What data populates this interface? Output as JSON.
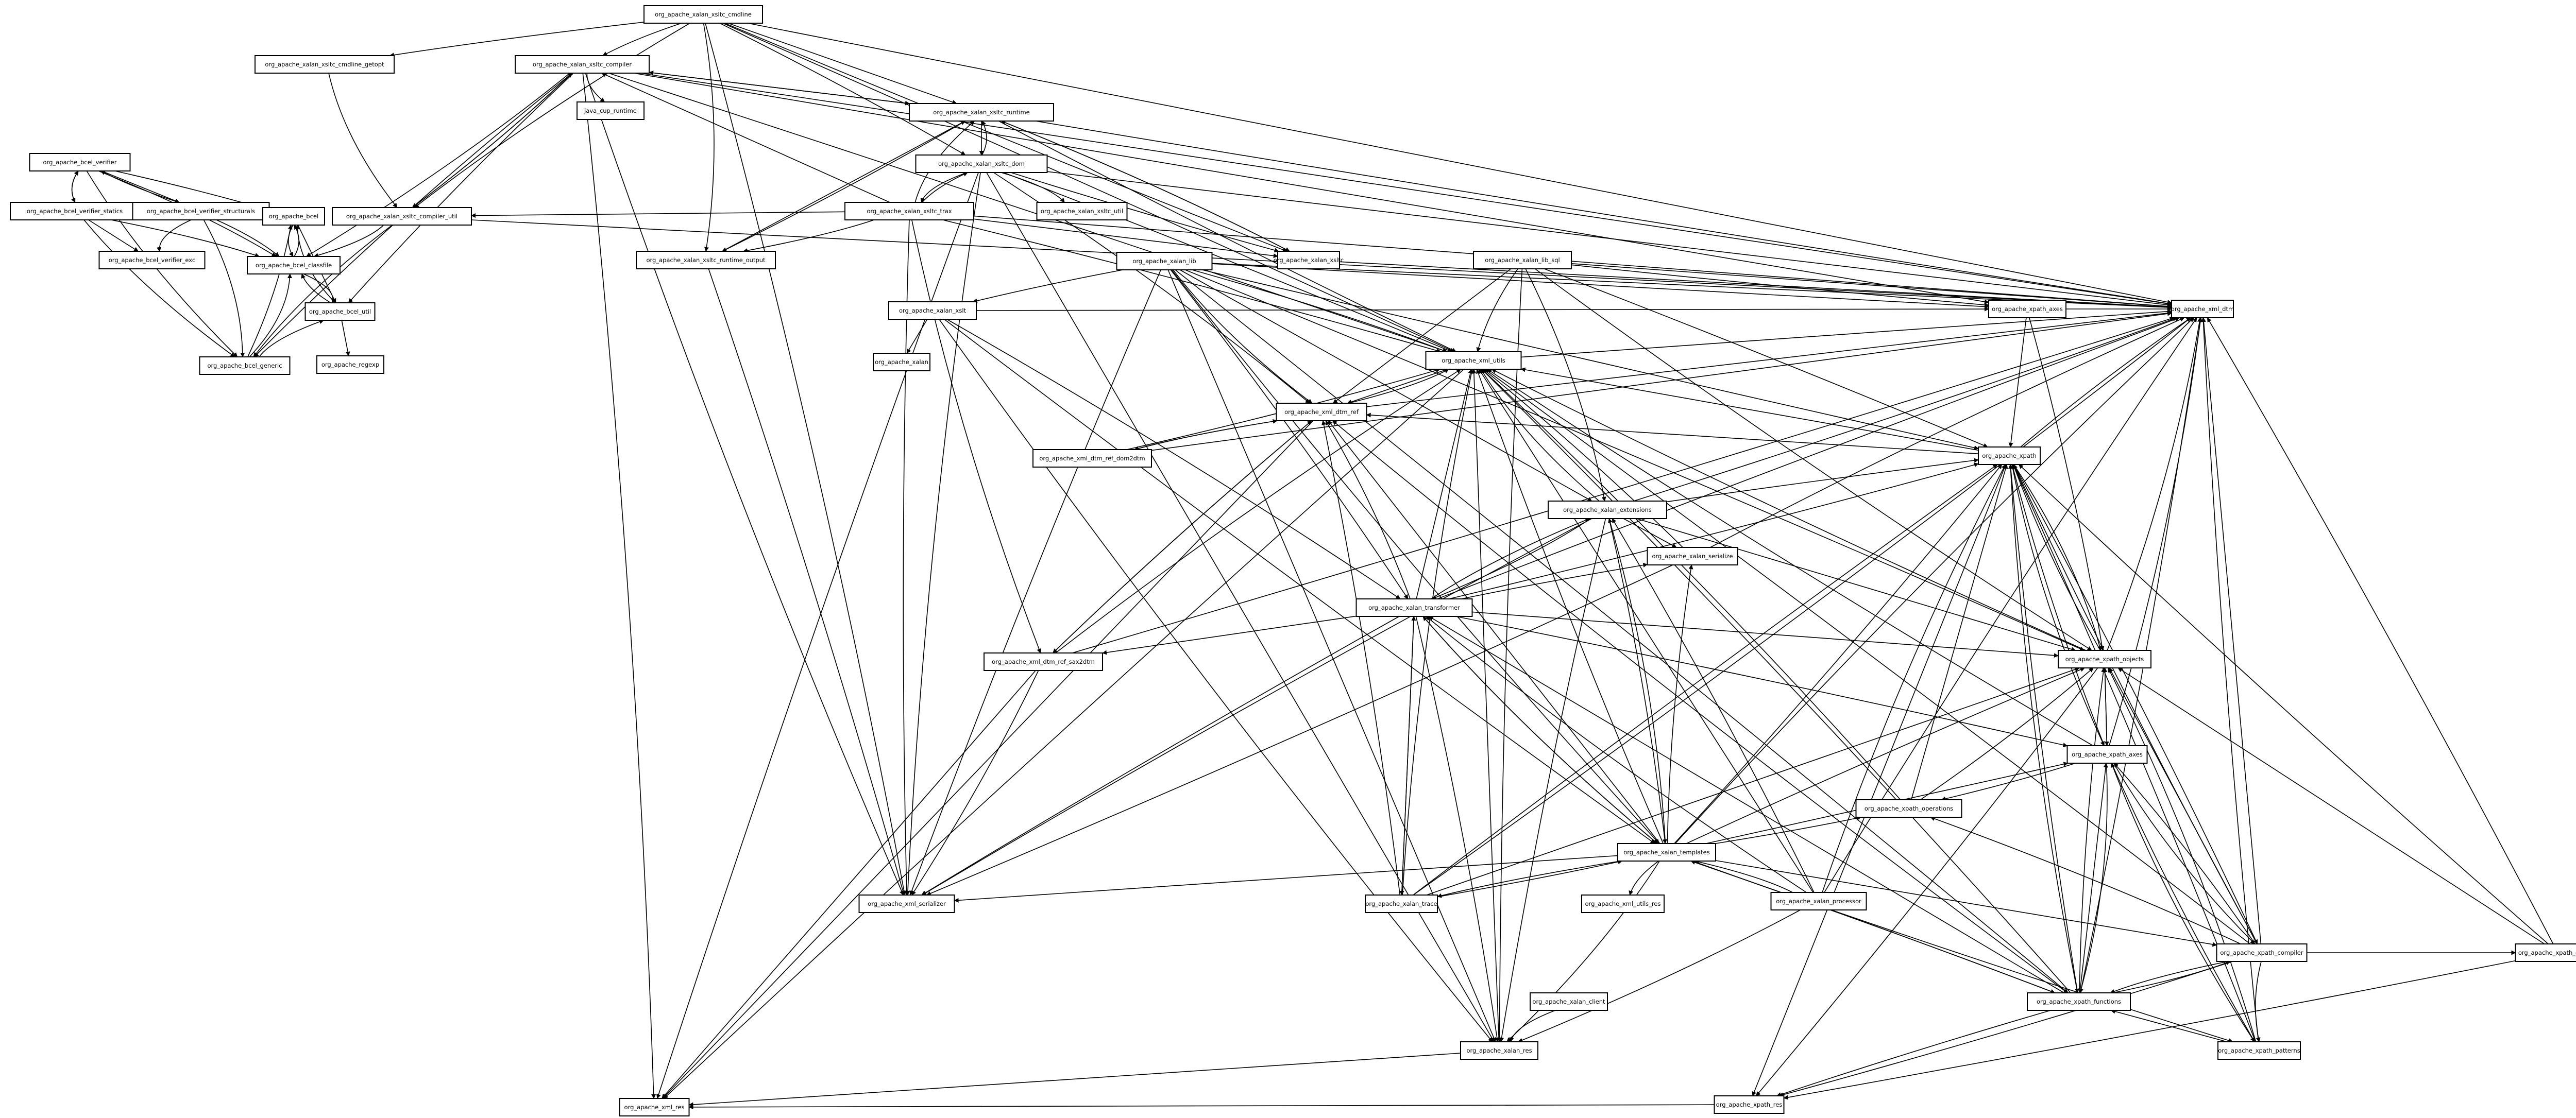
{
  "diagram": {
    "type": "package-dependency-graph",
    "node_color": "#ffffff",
    "border_color": "#000000",
    "nodes": [
      {
        "id": "n1",
        "label": "org_apache_xalan_xsltc_cmdline"
      },
      {
        "id": "n2",
        "label": "org_apache_xalan_xsltc_cmdline_getopt"
      },
      {
        "id": "n3",
        "label": "org_apache_xalan_xsltc_compiler"
      },
      {
        "id": "n4",
        "label": "java_cup_runtime"
      },
      {
        "id": "n5",
        "label": "org_apache_xalan_xsltc_runtime"
      },
      {
        "id": "n6",
        "label": "org_apache_xalan_xsltc_dom"
      },
      {
        "id": "n7",
        "label": "org_apache_xalan_xsltc_util"
      },
      {
        "id": "n8",
        "label": "org_apache_xalan_xsltc_trax"
      },
      {
        "id": "n9",
        "label": "org_apache_xalan_xsltc_compiler_util"
      },
      {
        "id": "n10",
        "label": "org_apache_xalan_xsltc_runtime_output"
      },
      {
        "id": "n11",
        "label": "org_apache_xalan_xsltc"
      },
      {
        "id": "n12",
        "label": "org_apache_bcel_verifier"
      },
      {
        "id": "n13",
        "label": "org_apache_bcel_verifier_statics"
      },
      {
        "id": "n14",
        "label": "org_apache_bcel_verifier_structurals"
      },
      {
        "id": "n15",
        "label": "org_apache_bcel_verifier_exc"
      },
      {
        "id": "n16",
        "label": "org_apache_bcel"
      },
      {
        "id": "n17",
        "label": "org_apache_bcel_classfile"
      },
      {
        "id": "n18",
        "label": "org_apache_bcel_util"
      },
      {
        "id": "n19",
        "label": "org_apache_bcel_generic"
      },
      {
        "id": "n20",
        "label": "org_apache_regexp"
      },
      {
        "id": "n21",
        "label": "org_apache_xalan_lib"
      },
      {
        "id": "n22",
        "label": "org_apache_xalan_lib_sql"
      },
      {
        "id": "n23",
        "label": "org_apache_xalan_xslt"
      },
      {
        "id": "n24",
        "label": "org_apache_xalan"
      },
      {
        "id": "n25",
        "label": "org_apache_xml_dtm"
      },
      {
        "id": "n26",
        "label": "org_apache_xpath_axes"
      },
      {
        "id": "n27",
        "label": "org_apache_xml_utils"
      },
      {
        "id": "n28",
        "label": "org_apache_xml_dtm_ref"
      },
      {
        "id": "n29",
        "label": "org_apache_xml_dtm_ref_dom2dtm"
      },
      {
        "id": "n30",
        "label": "org_apache_xpath"
      },
      {
        "id": "n31",
        "label": "org_apache_xalan_extensions"
      },
      {
        "id": "n32",
        "label": "org_apache_xalan_serialize"
      },
      {
        "id": "n33",
        "label": "org_apache_xalan_transformer"
      },
      {
        "id": "n34",
        "label": "org_apache_xml_dtm_ref_sax2dtm"
      },
      {
        "id": "n35",
        "label": "org_apache_xpath_objects"
      },
      {
        "id": "n36",
        "label": "org_apache_xpath_axes"
      },
      {
        "id": "n37",
        "label": "org_apache_xpath_operations"
      },
      {
        "id": "n38",
        "label": "org_apache_xalan_templates"
      },
      {
        "id": "n39",
        "label": "org_apache_xml_serializer"
      },
      {
        "id": "n40",
        "label": "org_apache_xalan_trace"
      },
      {
        "id": "n41",
        "label": "org_apache_xml_utils_res"
      },
      {
        "id": "n42",
        "label": "org_apache_xalan_processor"
      },
      {
        "id": "n43",
        "label": "org_apache_xpath_compiler"
      },
      {
        "id": "n44",
        "label": "org_apache_xpath_domapi"
      },
      {
        "id": "n45",
        "label": "org_apache_xpath_functions"
      },
      {
        "id": "n46",
        "label": "org_apache_xalan_client"
      },
      {
        "id": "n47",
        "label": "org_apache_xalan_res"
      },
      {
        "id": "n48",
        "label": "org_apache_xpath_patterns"
      },
      {
        "id": "n49",
        "label": "org_apache_xpath_res"
      },
      {
        "id": "n50",
        "label": "org_apache_xml_res"
      }
    ]
  }
}
